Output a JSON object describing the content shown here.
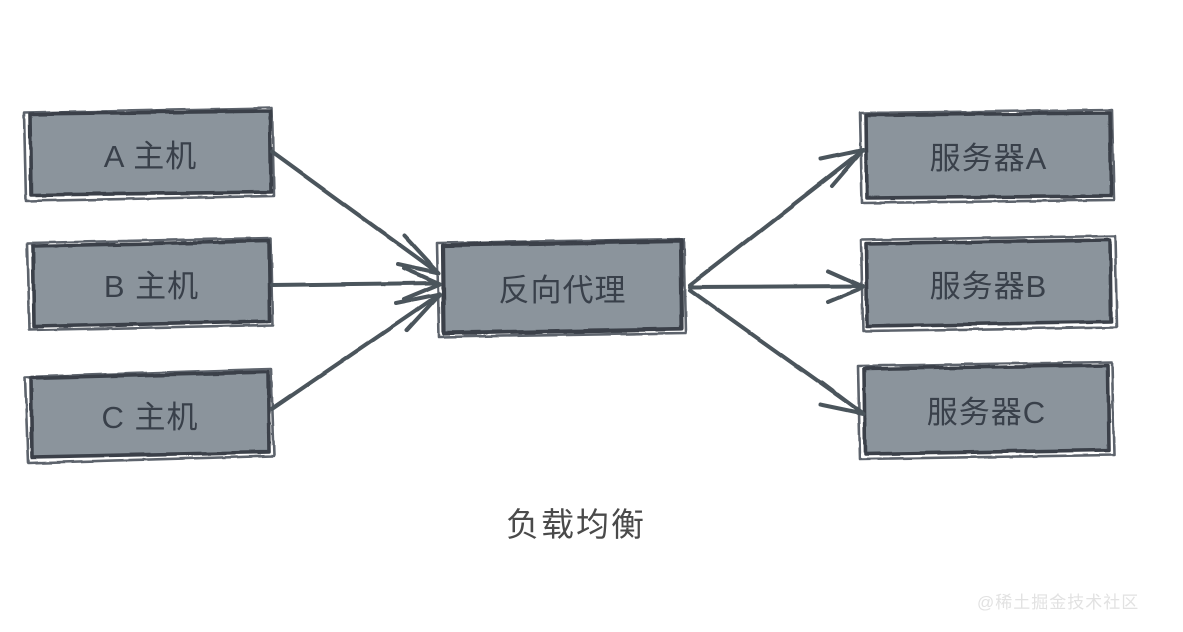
{
  "diagram": {
    "title_caption": "负载均衡",
    "watermark": "@稀土掘金技术社区",
    "colors": {
      "node_fill": "#8b949c",
      "node_border": "#3a414a",
      "node_text": "#39404a",
      "arrow": "#4b545c",
      "background": "#ffffff",
      "caption_text": "#4a4a4a",
      "watermark_text": "#e2e2e2"
    },
    "clients": [
      {
        "id": "host-a",
        "label": "A  主机"
      },
      {
        "id": "host-b",
        "label": "B  主机"
      },
      {
        "id": "host-c",
        "label": "C  主机"
      }
    ],
    "proxy": {
      "id": "reverse-proxy",
      "label": "反向代理"
    },
    "servers": [
      {
        "id": "server-a",
        "label": "服务器A"
      },
      {
        "id": "server-b",
        "label": "服务器B"
      },
      {
        "id": "server-c",
        "label": "服务器C"
      }
    ],
    "edges": [
      {
        "id": "edge-host-a-to-proxy",
        "from": "host-a",
        "to": "reverse-proxy"
      },
      {
        "id": "edge-host-b-to-proxy",
        "from": "host-b",
        "to": "reverse-proxy"
      },
      {
        "id": "edge-host-c-to-proxy",
        "from": "host-c",
        "to": "reverse-proxy"
      },
      {
        "id": "edge-proxy-to-server-a",
        "from": "reverse-proxy",
        "to": "server-a"
      },
      {
        "id": "edge-proxy-to-server-b",
        "from": "reverse-proxy",
        "to": "server-b"
      },
      {
        "id": "edge-proxy-to-server-c",
        "from": "reverse-proxy",
        "to": "server-c"
      }
    ]
  }
}
